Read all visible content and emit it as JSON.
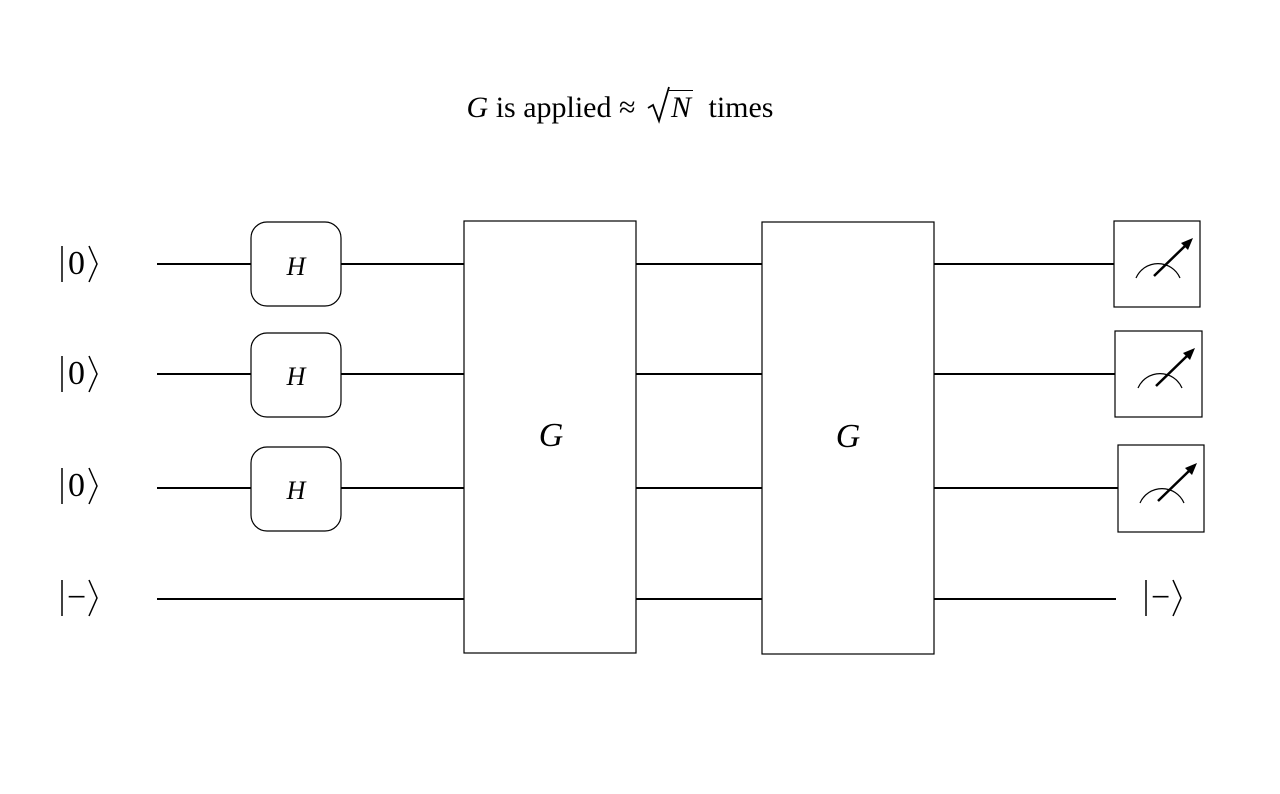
{
  "caption": {
    "var": "G",
    "mid": "is applied ≈",
    "radicand": "N",
    "tail": "times"
  },
  "inputs": [
    "0",
    "0",
    "0",
    "−"
  ],
  "hadamard_label": "H",
  "grover_labels": [
    "G",
    "G"
  ],
  "output_ket": "−",
  "meter_icon": "measurement-meter-icon"
}
